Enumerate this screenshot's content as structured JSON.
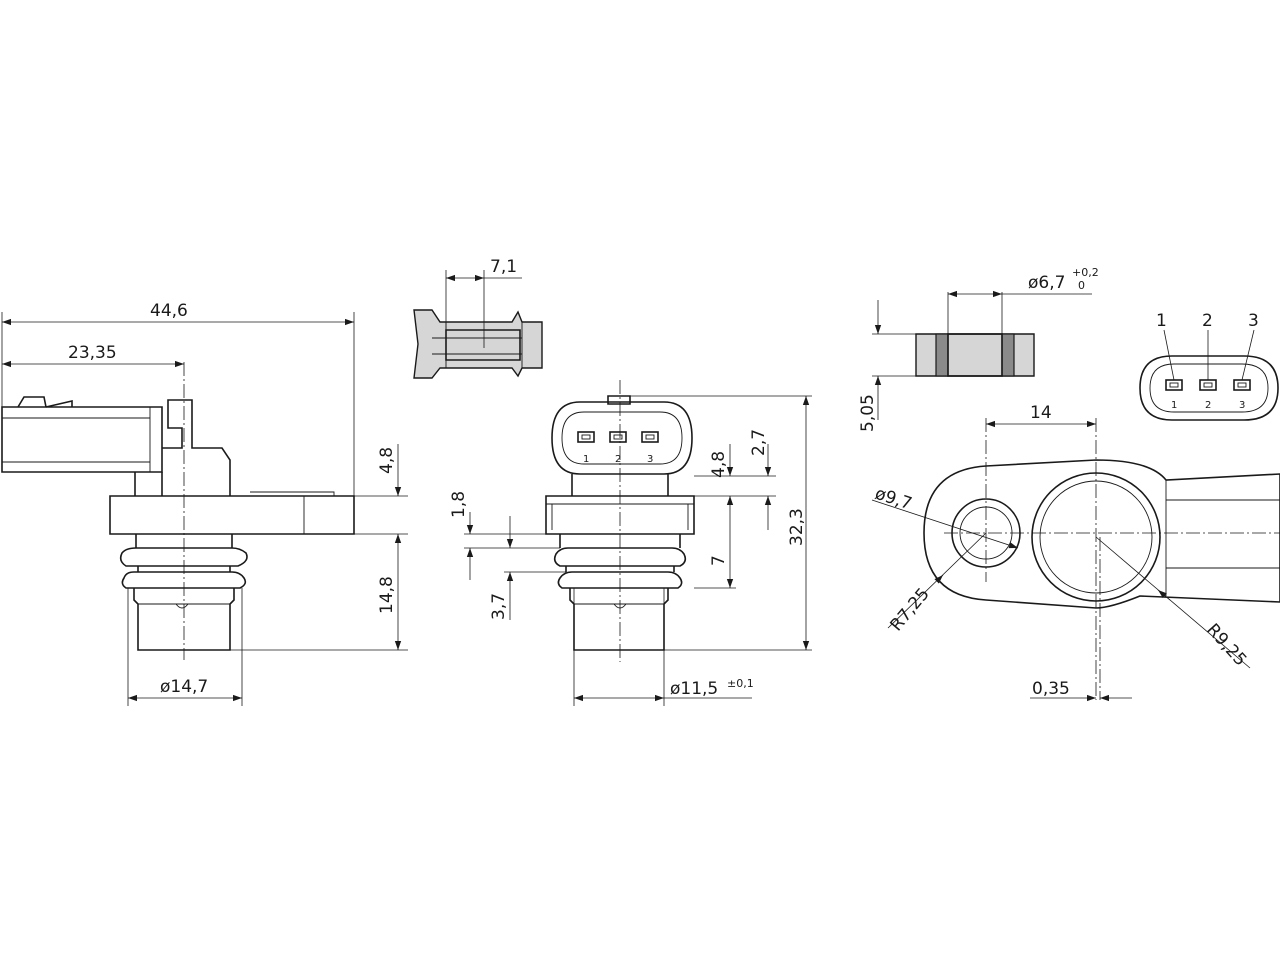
{
  "side_view": {
    "dim_total_length": "44,6",
    "dim_half_length": "23,35",
    "dim_flange_thickness": "4,8",
    "dim_sensor_length": "14,8",
    "dim_sensor_diameter": "ø14,7"
  },
  "connector_section": {
    "dim_depth": "7,1"
  },
  "front_view": {
    "dim_collar_height": "4,8",
    "dim_step_height": "2,7",
    "dim_small_gap": "1,8",
    "dim_oring_seat": "7",
    "dim_lower_gap": "3,7",
    "dim_overall_height": "32,3",
    "dim_diameter": "ø11,5",
    "dim_diameter_tolerance": "±0,1",
    "pins": [
      "1",
      "2",
      "3"
    ]
  },
  "bushing": {
    "dim_bore": "ø6,7",
    "dim_bore_tol_upper": "+0,2",
    "dim_bore_tol_lower": "0",
    "dim_height": "5,05"
  },
  "top_view": {
    "dim_center_distance": "14",
    "dim_hole": "ø9,7",
    "dim_radius_small": "R7,25",
    "dim_radius_large": "R9,25",
    "dim_offset": "0,35"
  },
  "pinout": {
    "labels": [
      "1",
      "2",
      "3"
    ],
    "inner_labels": [
      "1",
      "2",
      "3"
    ]
  }
}
